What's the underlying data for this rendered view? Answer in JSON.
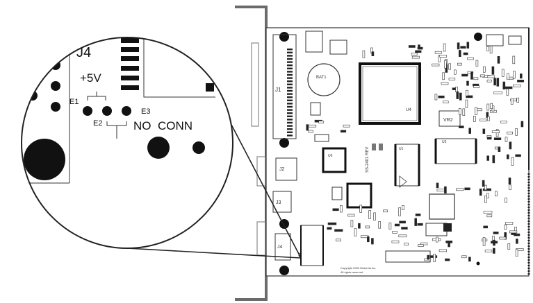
{
  "header": {
    "title": "J4",
    "voltage": "+5V"
  },
  "jumpers": {
    "e1": "E1",
    "e2": "E2",
    "e3": "E3"
  },
  "no_conn_label": "NO  CONN",
  "board_labels": {
    "j1": "J1",
    "j2": "J2",
    "j3": "J3",
    "j4": "J4",
    "bat1": "BAT1",
    "vr2": "VR2",
    "u1": "U1",
    "u2": "U2",
    "u4": "U4",
    "u6": "U6",
    "rev": "SS-2401 REV",
    "copyright_1": "Copyright 2003 Motorola Inc.",
    "copyright_2": "All rights reserved."
  }
}
